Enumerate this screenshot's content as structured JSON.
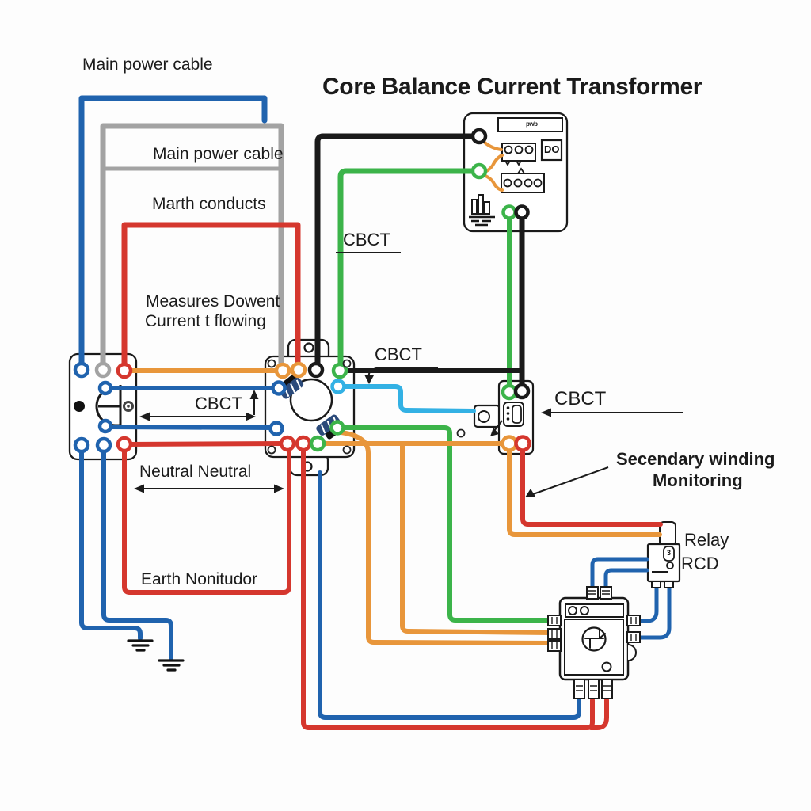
{
  "title": "Core Balance Current Transformer",
  "labels": {
    "cable_top": "Main power cable",
    "cable_inner": "Main power cable",
    "earth_conductors": "Marth conducts",
    "cbct_top": "CBCT",
    "cbct_mid": "CBCT",
    "cbct_left": "CBCT",
    "cbct_right": "CBCT",
    "measures_line1": "Measures Dowent",
    "measures_line2": "Current t flowing",
    "neutral_span": "Neutral Neutral",
    "earth_monitor": "Earth Nonitudor",
    "secondary_line1": "Secendary winding",
    "secondary_line2": "Monitoring",
    "relay": "Relay",
    "rcd": "RCD",
    "do_marking": "DO",
    "panel_marking": "pwb",
    "relay_marking": "3"
  },
  "colors": {
    "phase_blue": "#2063ae",
    "neutral_gray": "#a3a3a3",
    "live_red": "#d5372e",
    "earth_green": "#3cb44a",
    "signal_orange": "#e8963b",
    "pilot_cyan": "#33b1e4",
    "conductor_black": "#1a1a1a"
  }
}
